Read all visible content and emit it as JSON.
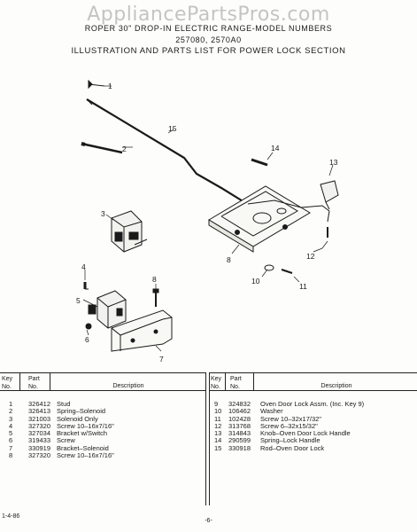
{
  "watermark": "AppliancePartsPros.com",
  "header": {
    "line1": "ROPER 30\" DROP-IN ELECTRIC RANGE-MODEL NUMBERS",
    "line2": "257080, 2570A0",
    "line3": "ILLUSTRATION AND PARTS LIST FOR POWER LOCK SECTION"
  },
  "callouts": [
    "1",
    "2",
    "3",
    "4",
    "5",
    "6",
    "7",
    "8",
    "8",
    "10",
    "11",
    "12",
    "13",
    "14",
    "15"
  ],
  "table": {
    "headers": {
      "key_top": "Key",
      "key_bottom": "No.",
      "part_top": "Part",
      "part_bottom": "No.",
      "description": "Description"
    },
    "left_rows": [
      {
        "key": "1",
        "part": "326412",
        "desc": "Stud"
      },
      {
        "key": "2",
        "part": "326413",
        "desc": "Spring–Solenoid"
      },
      {
        "key": "3",
        "part": "321003",
        "desc": "Solenoid Only"
      },
      {
        "key": "4",
        "part": "327320",
        "desc": "Screw 10–16x7/16\""
      },
      {
        "key": "5",
        "part": "327034",
        "desc": "Bracket w/Switch"
      },
      {
        "key": "6",
        "part": "319433",
        "desc": "Screw"
      },
      {
        "key": "7",
        "part": "330919",
        "desc": "Bracket–Solenoid"
      },
      {
        "key": "8",
        "part": "327320",
        "desc": "Screw 10–16x7/16\""
      }
    ],
    "right_rows": [
      {
        "key": "9",
        "part": "324832",
        "desc": "Oven Door Lock Assm. (Inc. Key 9)"
      },
      {
        "key": "10",
        "part": "106462",
        "desc": "Washer"
      },
      {
        "key": "11",
        "part": "102428",
        "desc": "Screw 10–32x17/32\""
      },
      {
        "key": "12",
        "part": "313768",
        "desc": "Screw 6–32x15/32\""
      },
      {
        "key": "13",
        "part": "314843",
        "desc": "Knob–Oven Door Lock Handle"
      },
      {
        "key": "14",
        "part": "290599",
        "desc": "Spring–Lock Handle"
      },
      {
        "key": "15",
        "part": "330918",
        "desc": "Rod–Oven Door Lock"
      }
    ]
  },
  "footer": {
    "left": "1-4-86",
    "page": "-6-"
  }
}
